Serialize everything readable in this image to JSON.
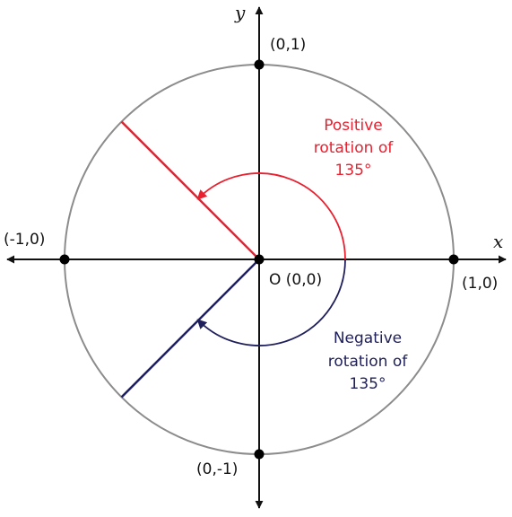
{
  "axes": {
    "x_name": "x",
    "y_name": "y"
  },
  "points": {
    "top": "(0,1)",
    "bottom": "(0,-1)",
    "left": "(-1,0)",
    "right": "(1,0)",
    "origin": "O (0,0)"
  },
  "annotations": {
    "positive": [
      "Positive",
      "rotation of",
      "135°"
    ],
    "negative": [
      "Negative",
      "rotation of",
      "135°"
    ]
  },
  "rotation": {
    "positive_degrees": 135,
    "negative_degrees": -135
  },
  "colors": {
    "axis": "#111111",
    "circle": "#8c8c8c",
    "positive": "#e8202f",
    "negative": "#1f1f5c",
    "point": "#000000"
  }
}
